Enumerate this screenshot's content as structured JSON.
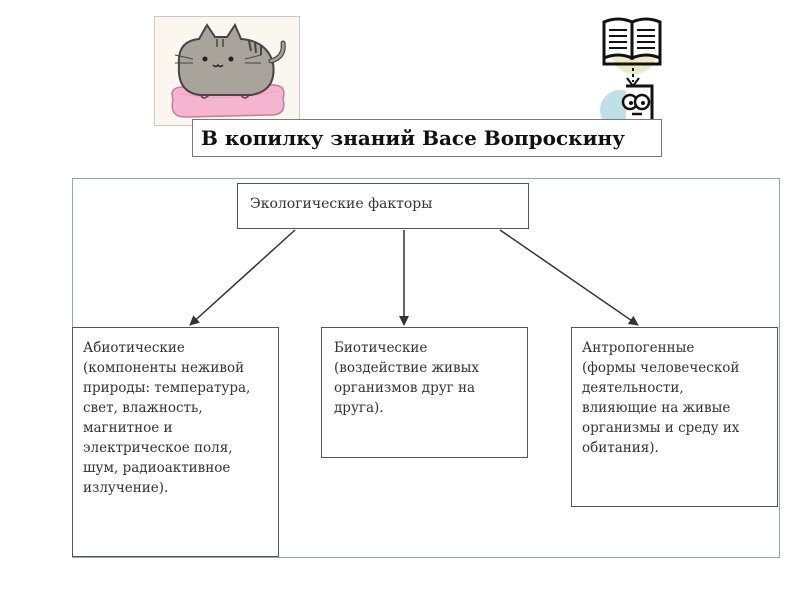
{
  "header": {
    "title": "В копилку знаний Васе Вопроскину",
    "cat_icon": "pusheen-cat-on-pillow-illustration",
    "book_icon": "open-book-and-thinking-face-icon"
  },
  "diagram": {
    "root": "Экологические факторы",
    "children": [
      {
        "label": "Абиотические\n(компоненты неживой\nприроды: температура,\nсвет, влажность,\nмагнитное и\nэлектрическое поля,\nшум, радиоактивное\nизлучение)."
      },
      {
        "label": "Биотические\n(воздействие живых\nорганизмов друг на\nдруга)."
      },
      {
        "label": "Антропогенные\n(формы человеческой\nдеятельности,\nвлияющие на живые\nорганизмы и среду их\nобитания)."
      }
    ]
  },
  "colors": {
    "frame_border": "#9aa5ad",
    "box_border": "#555555",
    "arrow": "#333333"
  }
}
